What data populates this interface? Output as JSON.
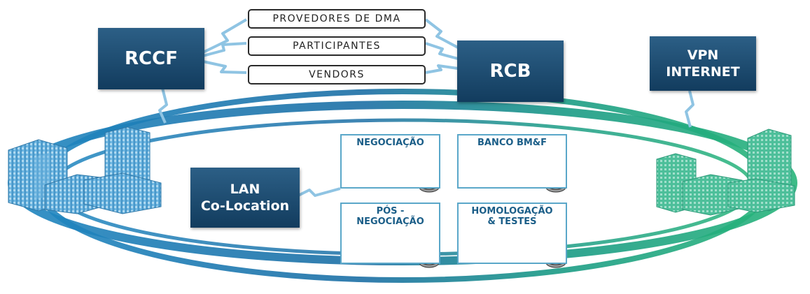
{
  "nodes": {
    "rccf": "RCCF",
    "rcb": "RCB",
    "vpn_line1": "VPN",
    "vpn_line2": "INTERNET",
    "lan_line1": "LAN",
    "lan_line2": "Co-Location"
  },
  "links": [
    "PROVEDORES DE DMA",
    "PARTICIPANTES",
    "VENDORS"
  ],
  "segments": [
    {
      "title": "NEGOCIAÇÃO"
    },
    {
      "title": "BANCO BM&F"
    },
    {
      "title": "PÓS -\nNEGOCIAÇÃO"
    },
    {
      "title": "HOMOLOGAÇÃO\n& TESTES"
    }
  ],
  "icons": {
    "left_site": "building-cluster-icon",
    "right_site": "building-cluster-icon",
    "server": "server-icon",
    "switch": "network-switch-icon",
    "router": "router-icon",
    "link": "lightning-link-icon"
  },
  "colors": {
    "node_fill": "#1e4c72",
    "ring_blue": "#1f7fb2",
    "ring_green": "#1fa374",
    "segment_border": "#5aa7c9",
    "segment_title": "#1b5e88",
    "building_blue": "#5aaad6",
    "building_green": "#4dc3a1"
  }
}
